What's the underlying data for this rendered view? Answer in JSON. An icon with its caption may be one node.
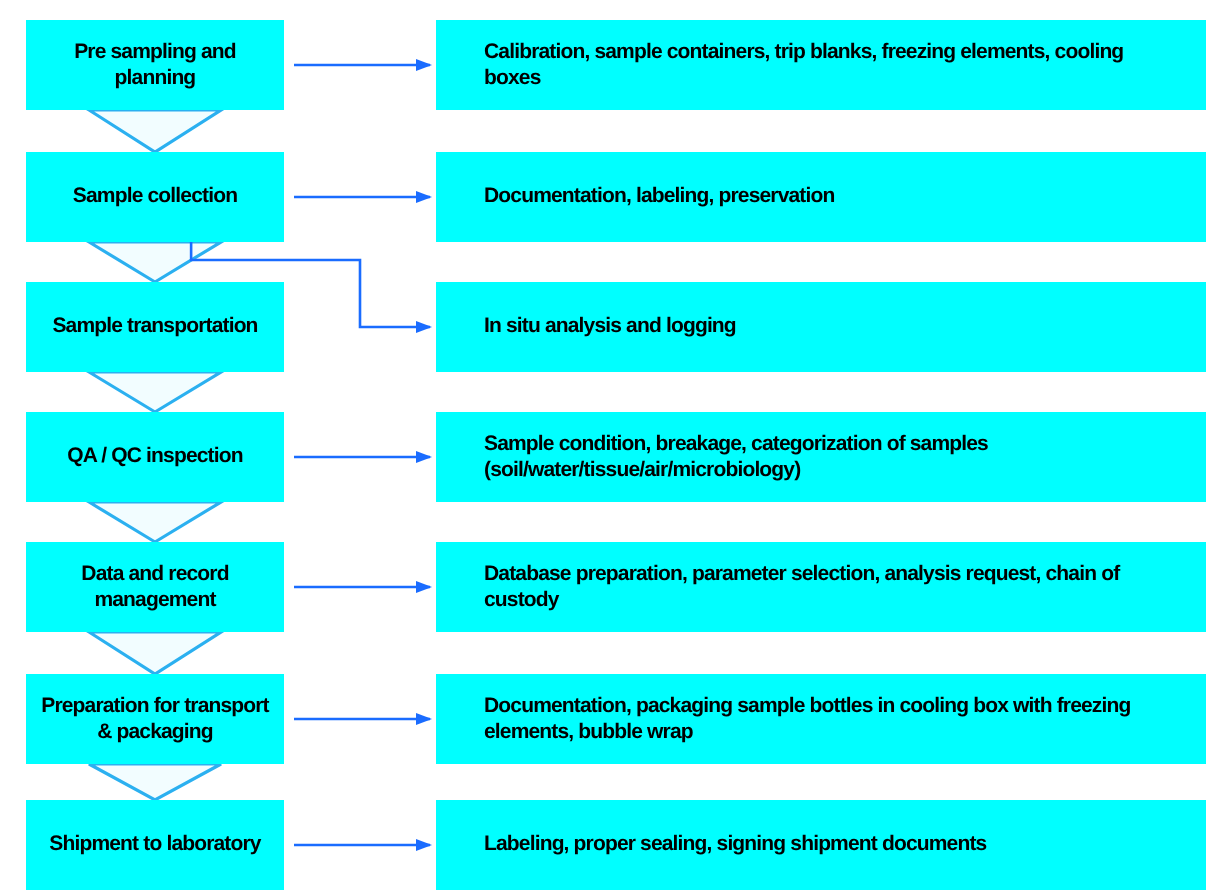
{
  "diagram": {
    "nodes": [
      {
        "text": [
          "Pre sampling and planning"
        ]
      },
      {
        "text": [
          "Calibration, sample containers, trip blanks, freezing elements, cooling boxes"
        ]
      },
      {
        "text": [
          "Sample collection"
        ]
      },
      {
        "text": [
          "Documentation, labeling, preservation"
        ]
      },
      {
        "text": [
          "Sample transportation"
        ]
      },
      {
        "text": [
          "In situ analysis and logging"
        ]
      },
      {
        "text": [
          "QA / QC inspection"
        ]
      },
      {
        "text": [
          "Sample condition, breakage, categorization of samples (soil/water/tissue/air/microbiology)"
        ]
      },
      {
        "text": [
          "Data and record management"
        ]
      },
      {
        "text": [
          "Database preparation, parameter selection, analysis request, chain of custody"
        ]
      },
      {
        "text": [
          "Preparation for transport & packaging"
        ]
      },
      {
        "text": [
          "Documentation, packaging sample bottles in cooling box with freezing elements, bubble wrap"
        ]
      },
      {
        "text": [
          "Shipment to laboratory"
        ]
      },
      {
        "text": [
          "Labeling, proper sealing, signing shipment documents"
        ]
      }
    ],
    "edges": [
      {
        "from": 0,
        "to": 1,
        "arrow": "to"
      },
      {
        "from": 0,
        "to": 2,
        "arrow": "to"
      },
      {
        "from": 2,
        "to": 3,
        "arrow": "to"
      },
      {
        "from": 2,
        "to": 4,
        "arrow": "to"
      },
      {
        "from": 2,
        "to": 5,
        "arrow": "to"
      },
      {
        "from": 4,
        "to": 6,
        "arrow": "to"
      },
      {
        "from": 6,
        "to": 7,
        "arrow": "to"
      },
      {
        "from": 6,
        "to": 8,
        "arrow": "to"
      },
      {
        "from": 8,
        "to": 9,
        "arrow": "to"
      },
      {
        "from": 8,
        "to": 10,
        "arrow": "to"
      },
      {
        "from": 10,
        "to": 11,
        "arrow": "to"
      },
      {
        "from": 10,
        "to": 12,
        "arrow": "to"
      },
      {
        "from": 12,
        "to": 13,
        "arrow": "to"
      }
    ]
  }
}
